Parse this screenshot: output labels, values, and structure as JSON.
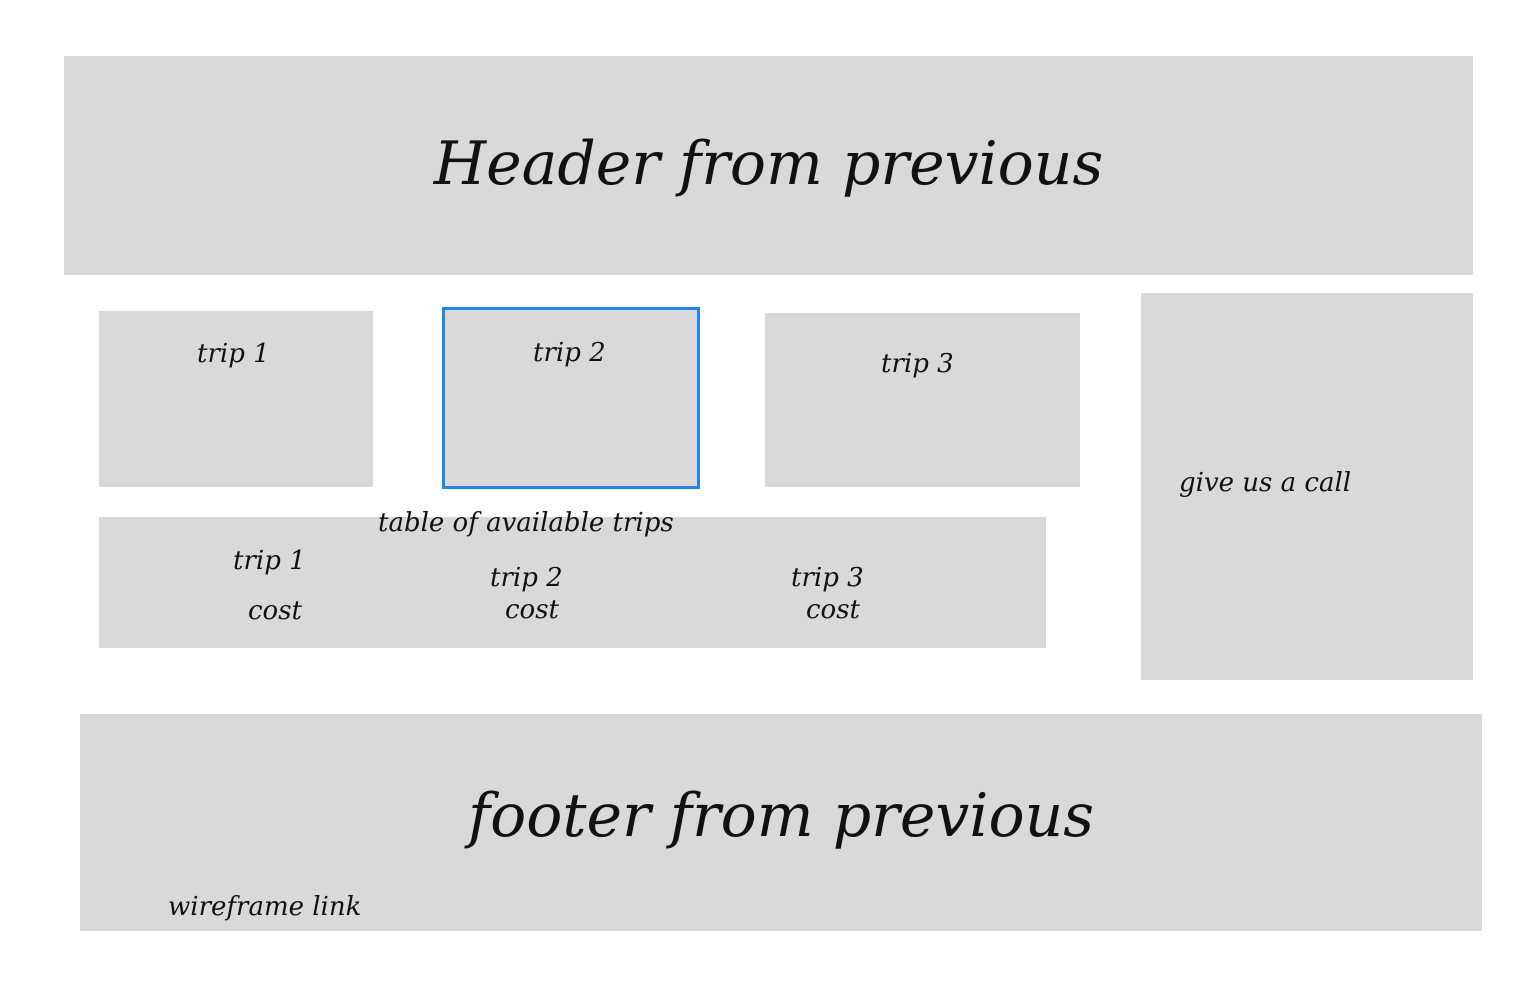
{
  "header": {
    "text": "Header from previous"
  },
  "trips": [
    {
      "label": "trip 1"
    },
    {
      "label": "trip 2"
    },
    {
      "label": "trip 3"
    }
  ],
  "selected_trip": "trip 2",
  "sidebar": {
    "call_text": "give us a call"
  },
  "table": {
    "caption": "table of available trips",
    "cells": [
      {
        "name": "trip 1",
        "cost": "cost"
      },
      {
        "name": "trip 2",
        "cost": "cost"
      },
      {
        "name": "trip 3",
        "cost": "cost"
      }
    ]
  },
  "footer": {
    "text": "footer from previous",
    "link": "wireframe link"
  },
  "colors": {
    "box_fill": "#d9d9d9",
    "selection_border": "#1e88e5",
    "ink": "#111111"
  }
}
